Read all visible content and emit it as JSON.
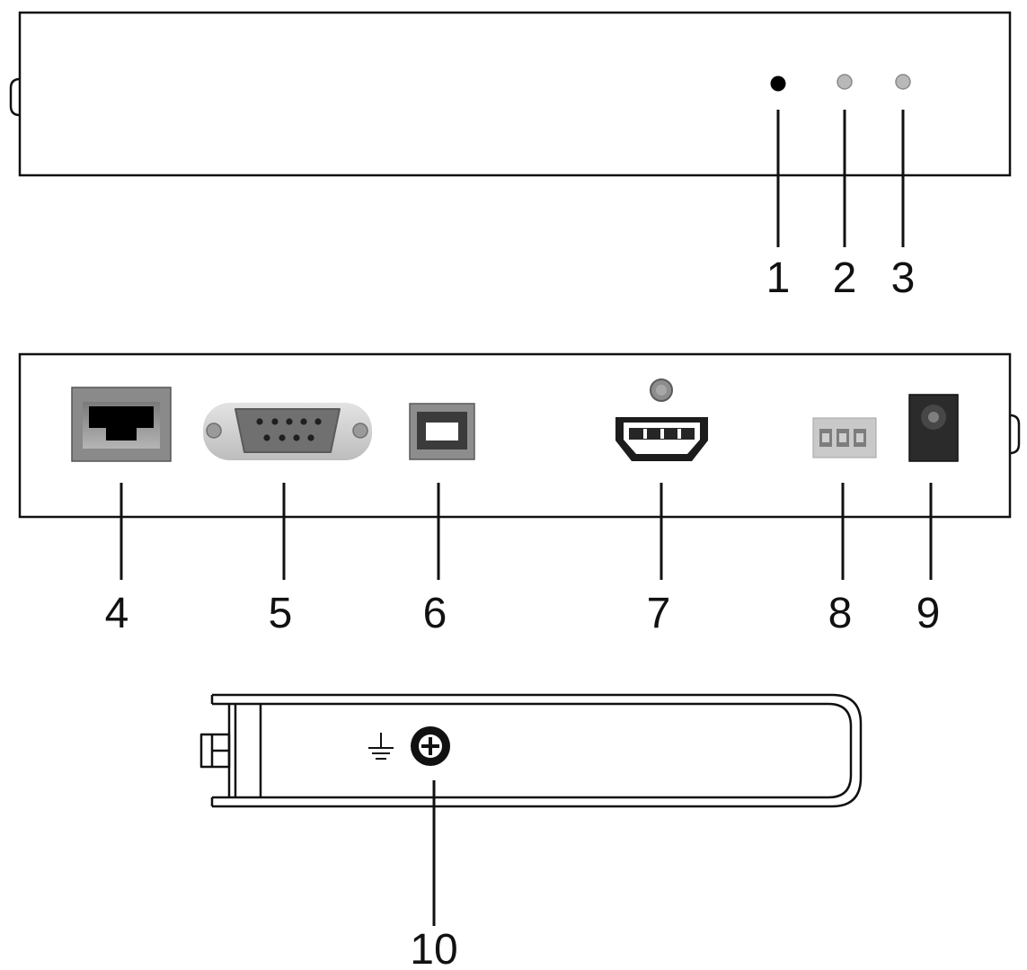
{
  "colors": {
    "outline": "#111111",
    "led_on": "#000000",
    "led_off": "#b8b8b8",
    "port_gray": "#8f8f8f",
    "port_light": "#c9c9c9",
    "background": "#ffffff"
  },
  "callouts": {
    "front": [
      "1",
      "2",
      "3"
    ],
    "rear": [
      "4",
      "5",
      "6",
      "7",
      "8",
      "9"
    ],
    "side": [
      "10"
    ]
  },
  "icons": {
    "ground": "ground-symbol-icon"
  }
}
